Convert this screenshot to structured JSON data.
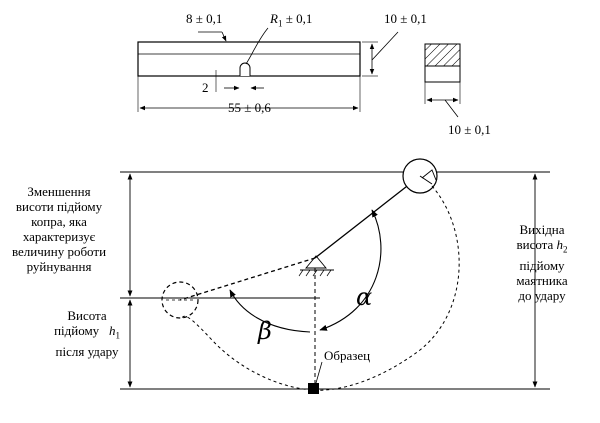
{
  "labels": {
    "notch_top": "8 ± 0,1",
    "notch_radius_prefix": "R",
    "notch_radius_sub": "1",
    "notch_radius_suffix": " ± 0,1",
    "height_dim": "10 ± 0,1",
    "notch_width": "2",
    "length_dim": "55 ± 0,6",
    "section_width": "10 ± 0,1",
    "energy_note": [
      "Зменшення",
      "висоти підйому",
      "копра, яка",
      "характеризує",
      "величину роботи",
      "руйнування"
    ],
    "h1_label": {
      "line1": "Висота",
      "line2_prefix": "підйому",
      "symbol": "h",
      "symbol_sub": "1",
      "line3": "після удару"
    },
    "h2_label": {
      "line1": "Вихідна",
      "line2_prefix": "висота",
      "symbol": "h",
      "symbol_sub": "2",
      "line3": "підйому",
      "line4": "маятника",
      "line5": "до удару"
    },
    "specimen": "Образец",
    "alpha": "α",
    "beta": "β"
  }
}
